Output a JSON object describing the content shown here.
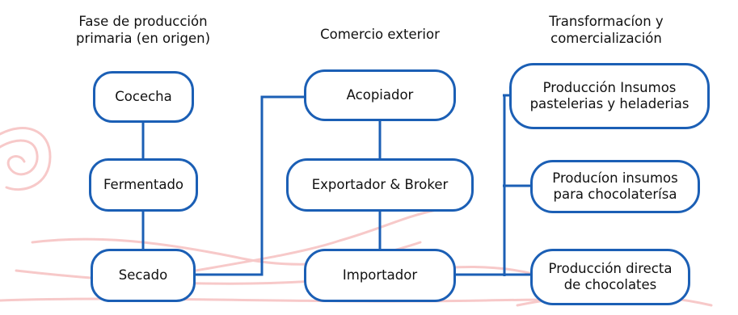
{
  "columns": {
    "primary": {
      "title": "Fase de producción primaria (en origen)"
    },
    "trade": {
      "title": "Comercio exterior"
    },
    "transform": {
      "title": "Transformacíon y comercialización"
    }
  },
  "nodes": {
    "cosecha": "Cocecha",
    "fermentado": "Fermentado",
    "secado": "Secado",
    "acopiador": "Acopiador",
    "exportador": "Exportador & Broker",
    "importador": "Importador",
    "insumos_pasteleria": "Producción Insumos pastelerias y heladerias",
    "insumos_chocolateria": "Producíon insumos para chocolaterísa",
    "directa": "Producción directa de chocolates"
  },
  "colors": {
    "node_border": "#1b5fb5",
    "connector": "#1b5fb5",
    "watermark": "#f7c9c9",
    "text": "#111111"
  }
}
